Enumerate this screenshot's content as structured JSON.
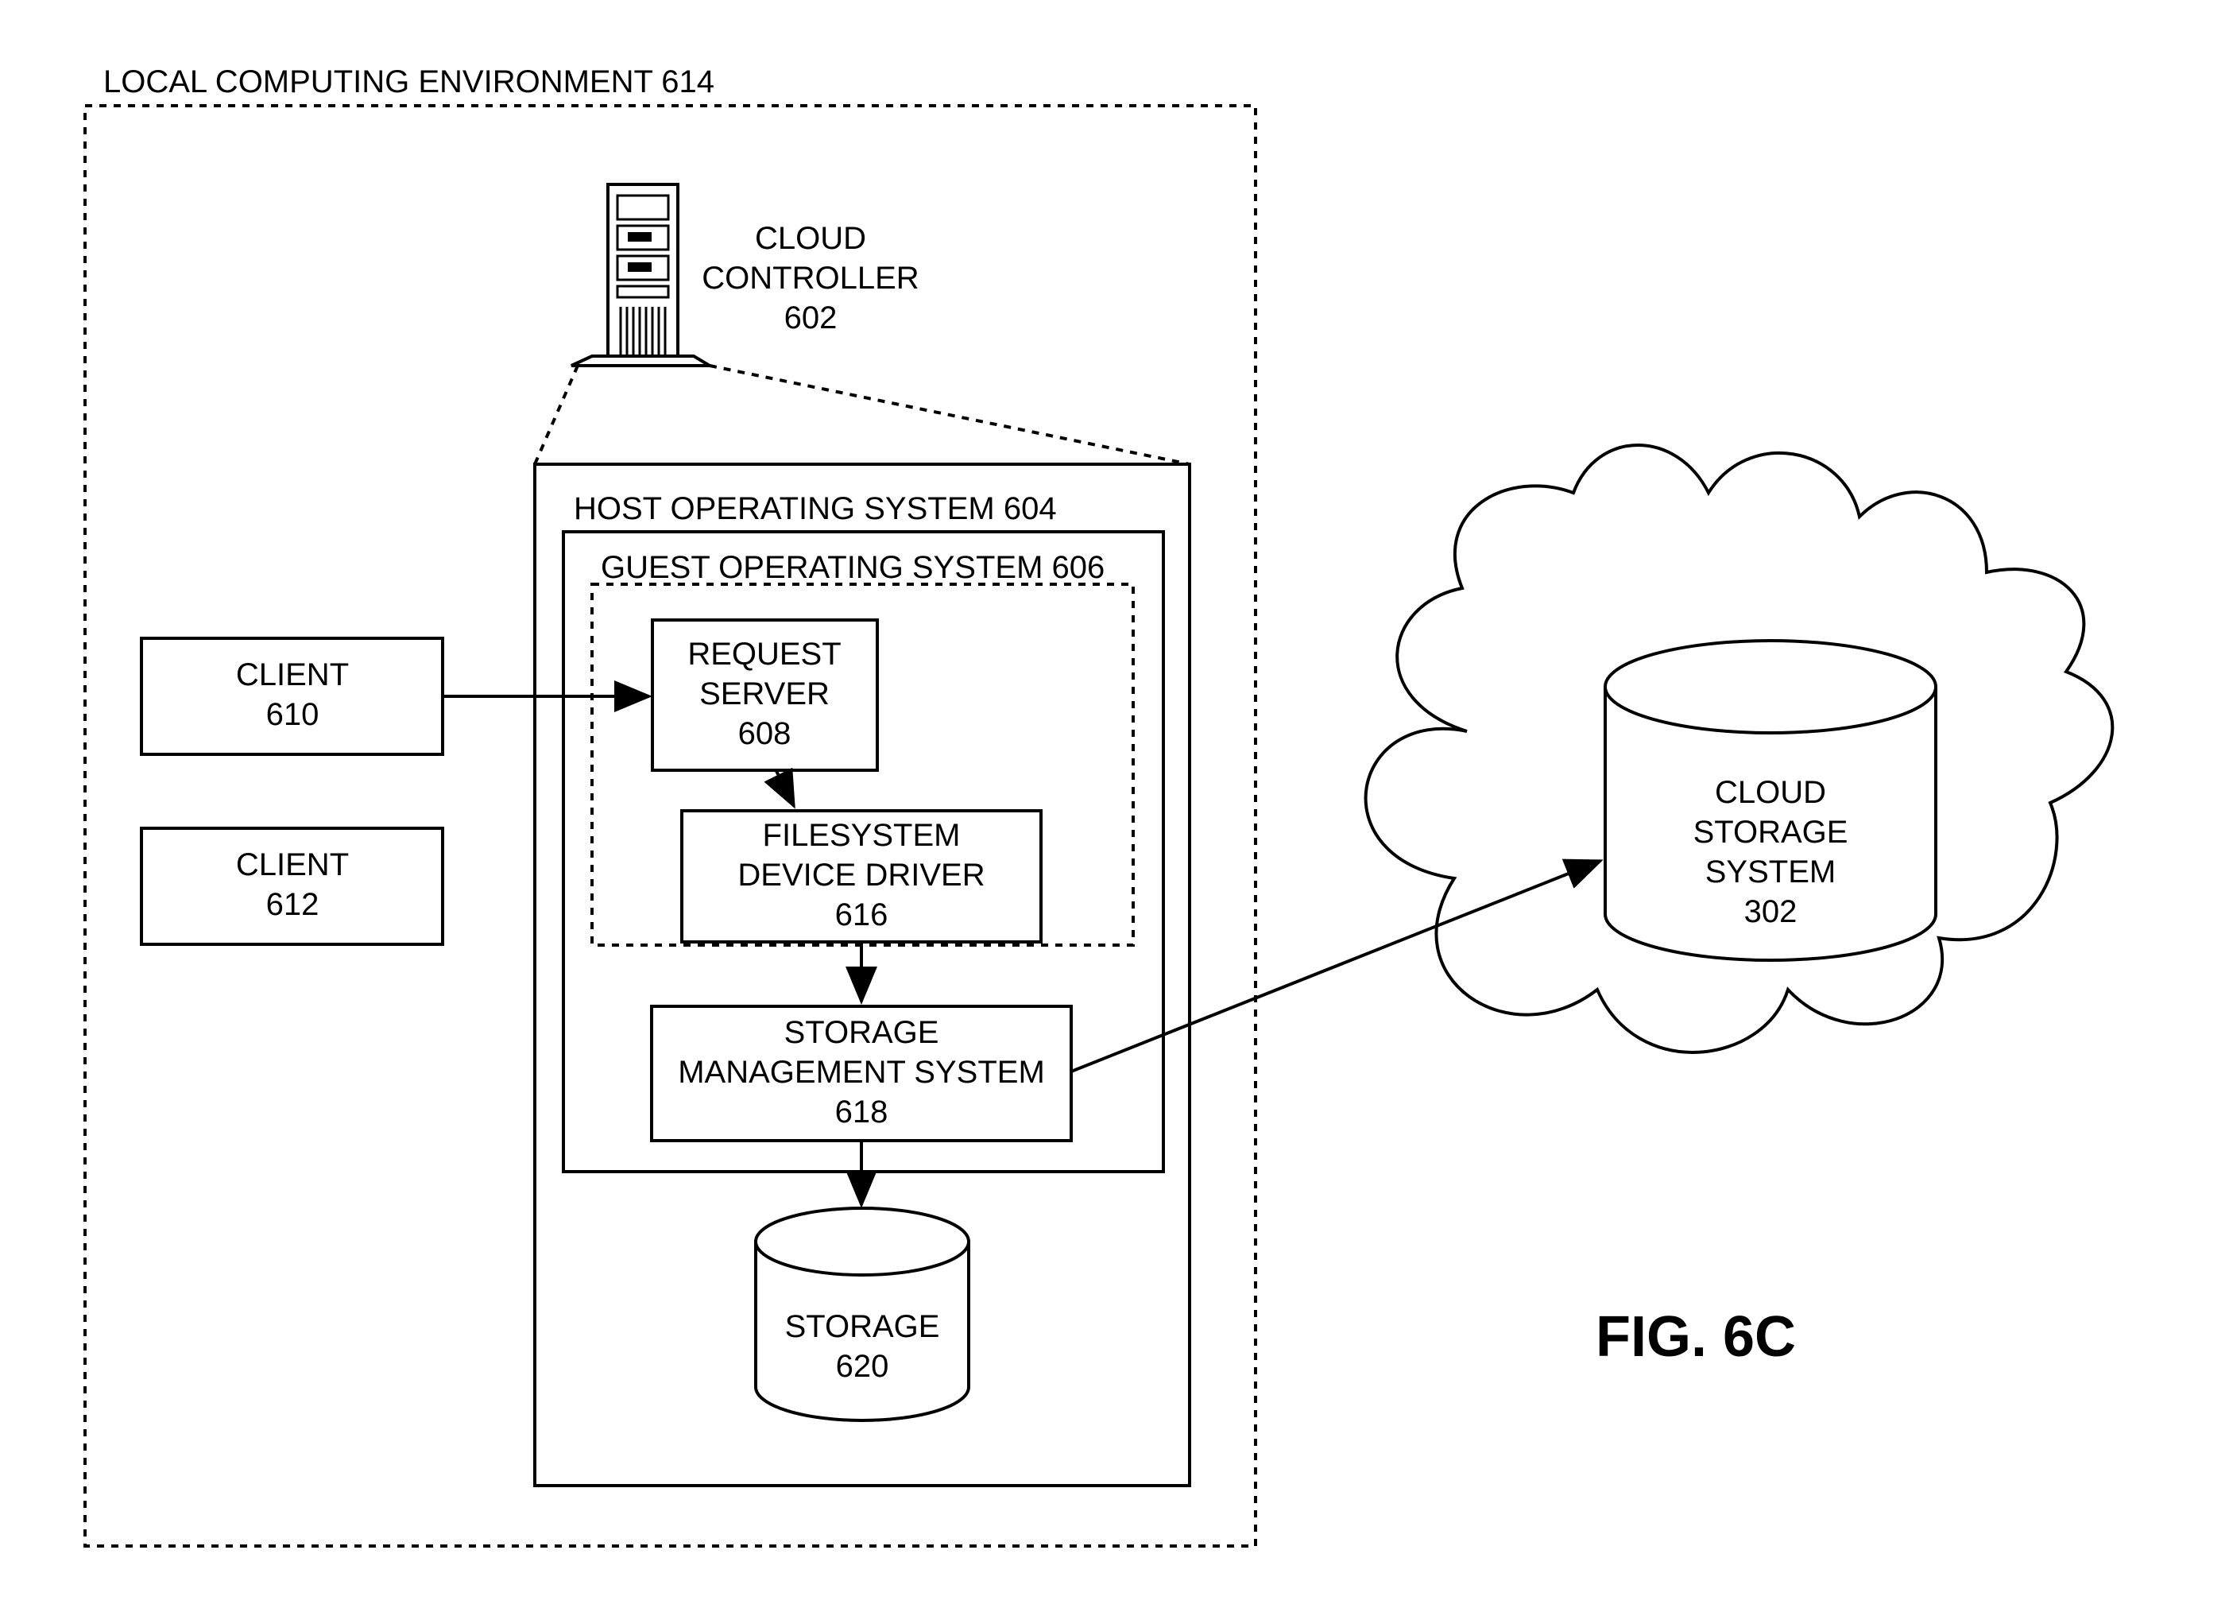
{
  "local_env": {
    "label": "LOCAL COMPUTING ENVIRONMENT 614"
  },
  "cloud_controller": {
    "line1": "CLOUD",
    "line2": "CONTROLLER",
    "line3": "602"
  },
  "host_os": {
    "label": "HOST OPERATING SYSTEM 604"
  },
  "guest_os": {
    "label": "GUEST OPERATING SYSTEM 606"
  },
  "request_server": {
    "line1": "REQUEST",
    "line2": "SERVER",
    "line3": "608"
  },
  "filesystem_driver": {
    "line1": "FILESYSTEM",
    "line2": "DEVICE DRIVER",
    "line3": "616"
  },
  "storage_mgmt": {
    "line1": "STORAGE",
    "line2": "MANAGEMENT SYSTEM",
    "line3": "618"
  },
  "storage": {
    "line1": "STORAGE",
    "line2": "620"
  },
  "client_610": {
    "line1": "CLIENT",
    "line2": "610"
  },
  "client_612": {
    "line1": "CLIENT",
    "line2": "612"
  },
  "cloud_storage": {
    "line1": "CLOUD",
    "line2": "STORAGE",
    "line3": "SYSTEM",
    "line4": "302"
  },
  "figure": {
    "label": "FIG. 6C"
  }
}
